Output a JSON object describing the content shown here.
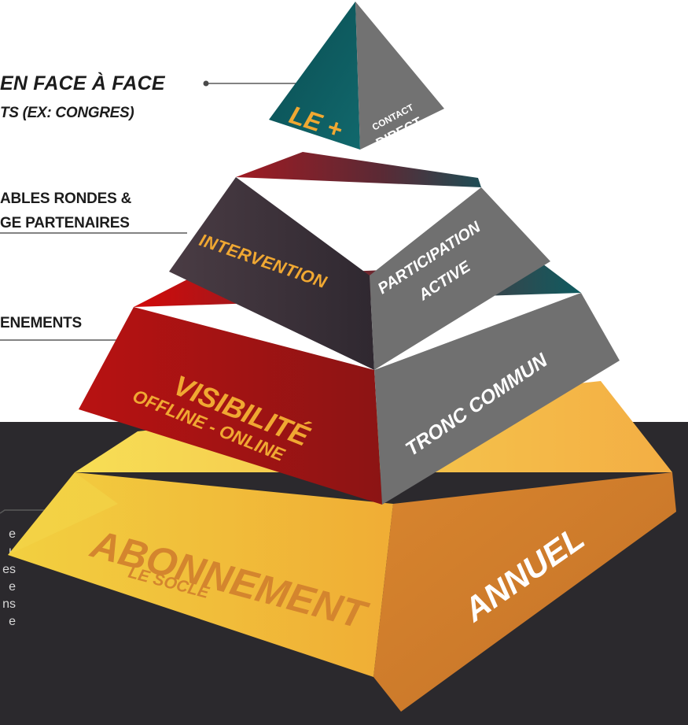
{
  "pyramid": {
    "tier4": {
      "front_label": "LE +",
      "side_line1": "CONTACT",
      "side_line2": "DIRECT",
      "callout_line1": "EN FACE À FACE",
      "callout_line2": "TS (EX: CONGRES)"
    },
    "tier3": {
      "front_label": "INTERVENTION",
      "side_line1": "PARTICIPATION",
      "side_line2": "ACTIVE",
      "callout_line1": "ABLES RONDES &",
      "callout_line2": "GE PARTENAIRES"
    },
    "tier2": {
      "front_line1": "VISIBILITÉ",
      "front_line2": "OFFLINE - ONLINE",
      "side_label": "TRONC COMMUN",
      "callout_line1": "ENEMENTS"
    },
    "tier1": {
      "front_line1": "ABONNEMENT",
      "front_line2": "LE SOCLE",
      "side_label": "ANNUEL",
      "description_fragments": [
        "e",
        "u",
        "es",
        "e",
        "ns",
        "e"
      ]
    }
  },
  "colors": {
    "background_dark": "#2b292d",
    "accent_orange": "#f0a832",
    "teal": "#0e5a5e",
    "red": "#b01818",
    "gray": "#6e6e6e",
    "yellow": "#f6d04a"
  }
}
